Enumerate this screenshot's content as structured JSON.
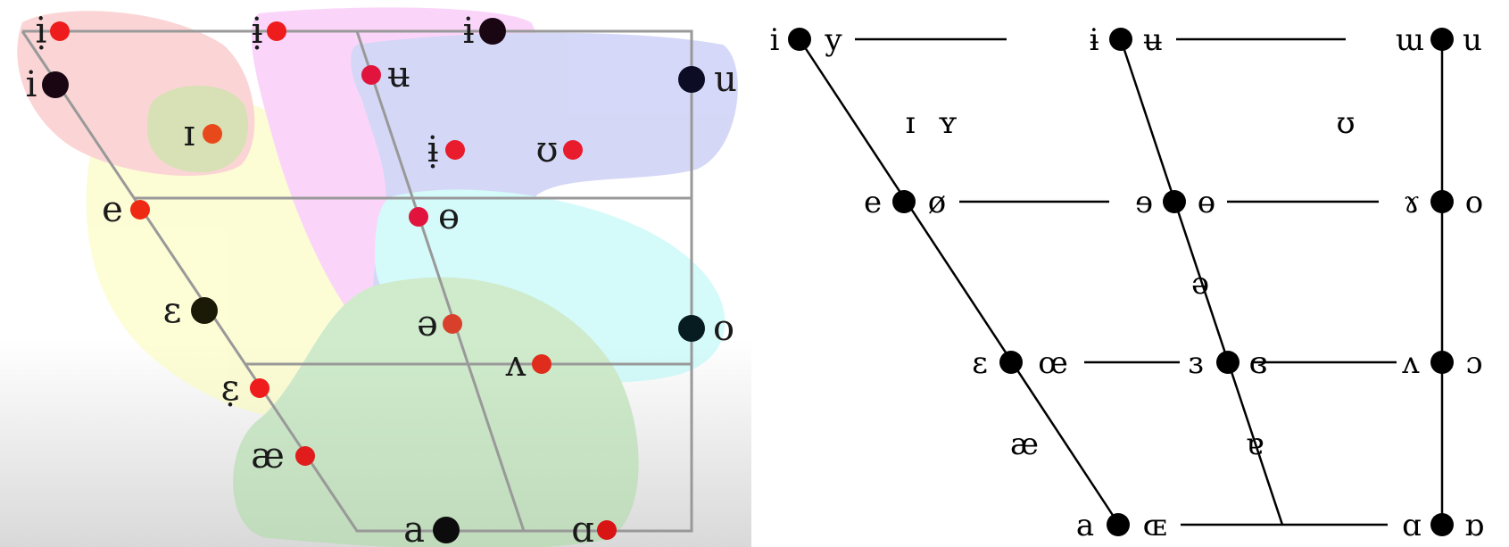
{
  "left_chart": {
    "vowels": [
      {
        "symbol": "ị",
        "color": "#ee1c1c"
      },
      {
        "symbol": "ɨ̣",
        "color": "#ee1c1c"
      },
      {
        "symbol": "ɨ",
        "color": "#1a0612"
      },
      {
        "symbol": "i",
        "color": "#1a0612"
      },
      {
        "symbol": "ʉ",
        "color": "#e0143c"
      },
      {
        "symbol": "u",
        "color": "#0c0c24"
      },
      {
        "symbol": "ɪ",
        "color": "#e8491a"
      },
      {
        "symbol": "ɨ̣",
        "color": "#e81c2c"
      },
      {
        "symbol": "ʊ",
        "color": "#e81c2c"
      },
      {
        "symbol": "e",
        "color": "#ee2a14"
      },
      {
        "symbol": "ɵ",
        "color": "#e0143c"
      },
      {
        "symbol": "ɛ",
        "color": "#1a1a06"
      },
      {
        "symbol": "o",
        "color": "#061c20"
      },
      {
        "symbol": "ə",
        "color": "#d8402c"
      },
      {
        "symbol": "ʌ",
        "color": "#e02c1c"
      },
      {
        "symbol": "ɛ̣",
        "color": "#ee1c1c"
      },
      {
        "symbol": "æ",
        "color": "#e01c1c"
      },
      {
        "symbol": "a",
        "color": "#0c0c0c"
      },
      {
        "symbol": "ɑ",
        "color": "#d81414"
      }
    ]
  },
  "right_chart": {
    "vowels": [
      {
        "symbol": "i"
      },
      {
        "symbol": "y"
      },
      {
        "symbol": "ɨ"
      },
      {
        "symbol": "ʉ"
      },
      {
        "symbol": "ɯ"
      },
      {
        "symbol": "u"
      },
      {
        "symbol": "ɪ"
      },
      {
        "symbol": "ʏ"
      },
      {
        "symbol": "ʊ"
      },
      {
        "symbol": "e"
      },
      {
        "symbol": "ø"
      },
      {
        "symbol": "ɘ"
      },
      {
        "symbol": "ɵ"
      },
      {
        "symbol": "ɤ"
      },
      {
        "symbol": "o"
      },
      {
        "symbol": "ə"
      },
      {
        "symbol": "ɛ"
      },
      {
        "symbol": "œ"
      },
      {
        "symbol": "ɜ"
      },
      {
        "symbol": "ɞ"
      },
      {
        "symbol": "ʌ"
      },
      {
        "symbol": "ɔ"
      },
      {
        "symbol": "æ"
      },
      {
        "symbol": "ɐ"
      },
      {
        "symbol": "a"
      },
      {
        "symbol": "ɶ"
      },
      {
        "symbol": "ɑ"
      },
      {
        "symbol": "ɒ"
      }
    ]
  }
}
